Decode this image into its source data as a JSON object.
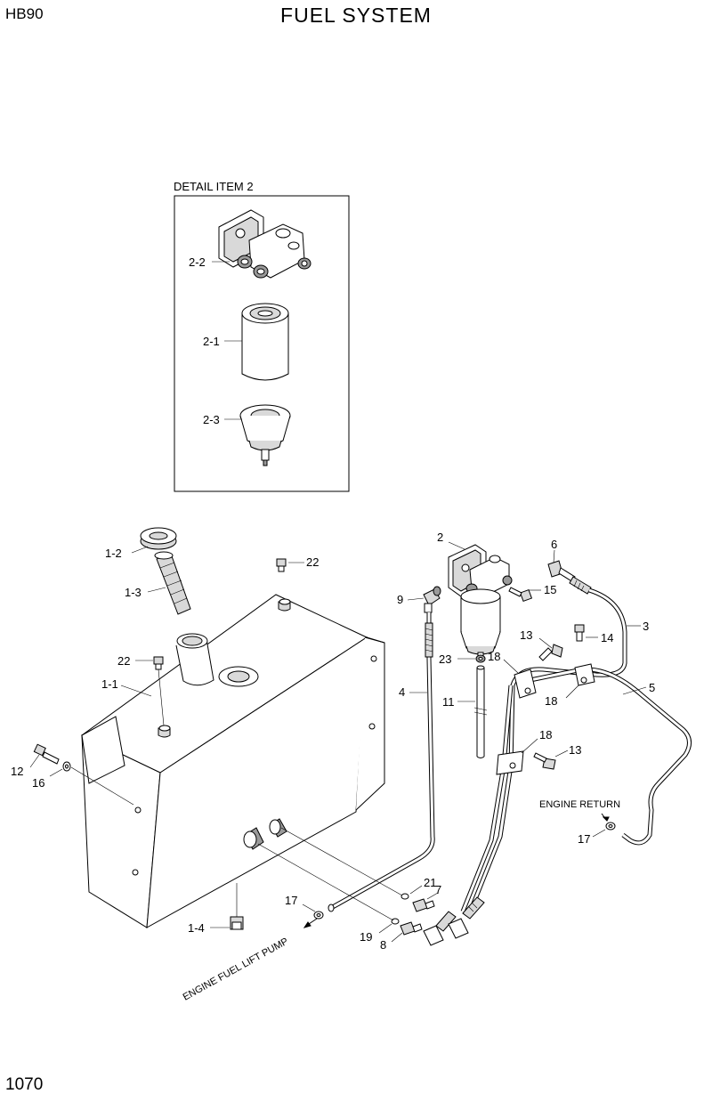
{
  "header": {
    "model": "HB90",
    "title": "FUEL SYSTEM"
  },
  "footer": {
    "page_number": "1070"
  },
  "detail": {
    "title": "DETAIL  ITEM 2"
  },
  "labels": {
    "d22": "2-2",
    "d21": "2-1",
    "d23": "2-3",
    "l12": "1-2",
    "l13": "1-3",
    "l11": "1-1",
    "l14": "1-4",
    "l22a": "22",
    "l22b": "22",
    "l2": "2",
    "l6": "6",
    "l9": "9",
    "l15": "15",
    "l3": "3",
    "l13a": "13",
    "l14b": "14",
    "l23": "23",
    "l18a": "18",
    "l18b": "18",
    "l5": "5",
    "l4": "4",
    "l11b": "11",
    "l18c": "18",
    "l13b": "13",
    "l12b": "12",
    "l16": "16",
    "l17a": "17",
    "l17b": "17",
    "l21": "21",
    "l7": "7",
    "l19": "19",
    "l8": "8"
  },
  "annotations": {
    "engine_return": "ENGINE RETURN",
    "engine_fuel_lift_pump": "ENGINE FUEL LIFT PUMP"
  }
}
